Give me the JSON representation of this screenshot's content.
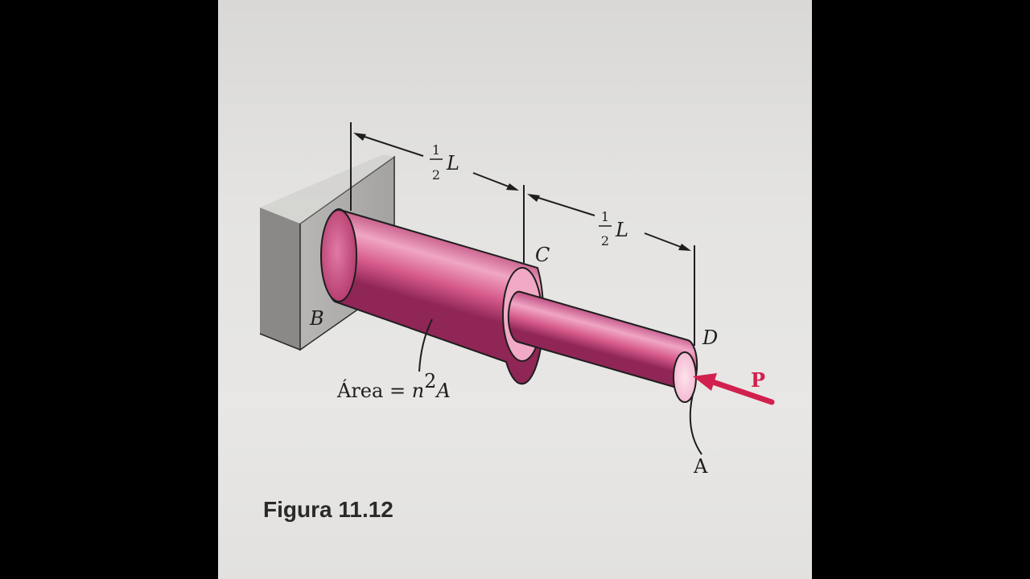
{
  "figure": {
    "caption": "Figura 11.12",
    "support_label": "B",
    "section_label_c": "C",
    "section_label_d": "D",
    "end_label_a": "A",
    "force_label": "P",
    "area_label": {
      "prefix": "Área = ",
      "variable": "n",
      "exponent": "2",
      "suffix": "A"
    },
    "dimensions": [
      {
        "numerator": "1",
        "denominator": "2",
        "symbol": "L"
      },
      {
        "numerator": "1",
        "denominator": "2",
        "symbol": "L"
      }
    ],
    "colors": {
      "rod": "#cf4f82",
      "force_arrow": "#d2204e",
      "background": "#e4e3e1"
    }
  }
}
